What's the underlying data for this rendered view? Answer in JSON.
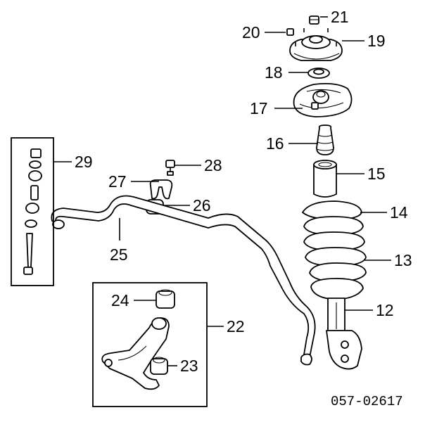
{
  "diagram": {
    "callouts": [
      {
        "id": "c21",
        "label": "21"
      },
      {
        "id": "c20",
        "label": "20"
      },
      {
        "id": "c19",
        "label": "19"
      },
      {
        "id": "c18",
        "label": "18"
      },
      {
        "id": "c17",
        "label": "17"
      },
      {
        "id": "c16",
        "label": "16"
      },
      {
        "id": "c15",
        "label": "15"
      },
      {
        "id": "c14",
        "label": "14"
      },
      {
        "id": "c13",
        "label": "13"
      },
      {
        "id": "c12",
        "label": "12"
      },
      {
        "id": "c29",
        "label": "29"
      },
      {
        "id": "c28",
        "label": "28"
      },
      {
        "id": "c27",
        "label": "27"
      },
      {
        "id": "c26",
        "label": "26"
      },
      {
        "id": "c25",
        "label": "25"
      },
      {
        "id": "c24",
        "label": "24"
      },
      {
        "id": "c22",
        "label": "22"
      },
      {
        "id": "c23",
        "label": "23"
      }
    ],
    "reference_code": "057-02617"
  }
}
